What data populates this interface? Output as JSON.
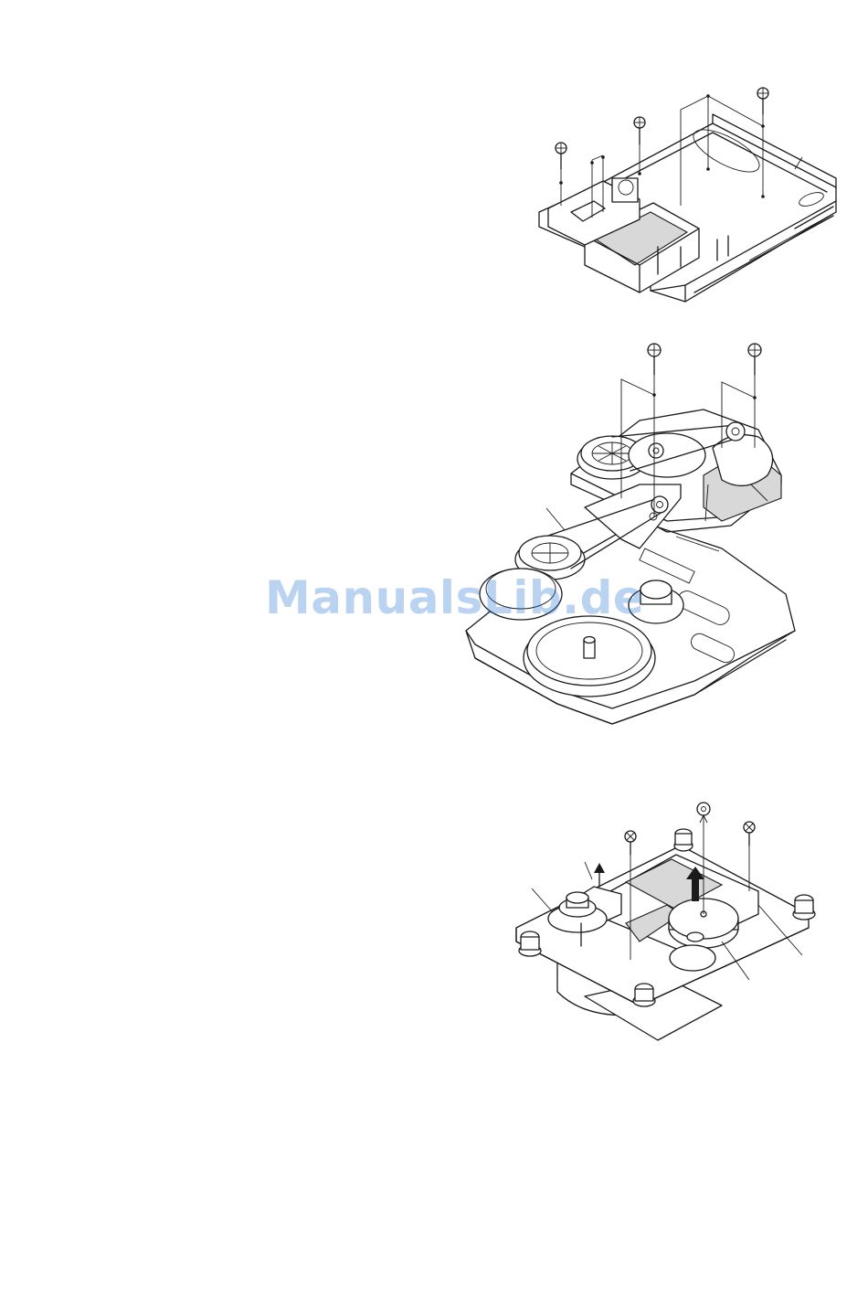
{
  "watermark": {
    "text": "ManualsLib.de"
  },
  "figures": [
    {
      "id": "figure-1",
      "description_icon": "cd-chassis-with-screws"
    },
    {
      "id": "figure-2",
      "description_icon": "cassette-mechanism-belts"
    },
    {
      "id": "figure-3",
      "description_icon": "cd-loading-mechanism-gears"
    }
  ],
  "colors": {
    "line": "#1a1a1a",
    "watermark": "#1e6fd0"
  }
}
